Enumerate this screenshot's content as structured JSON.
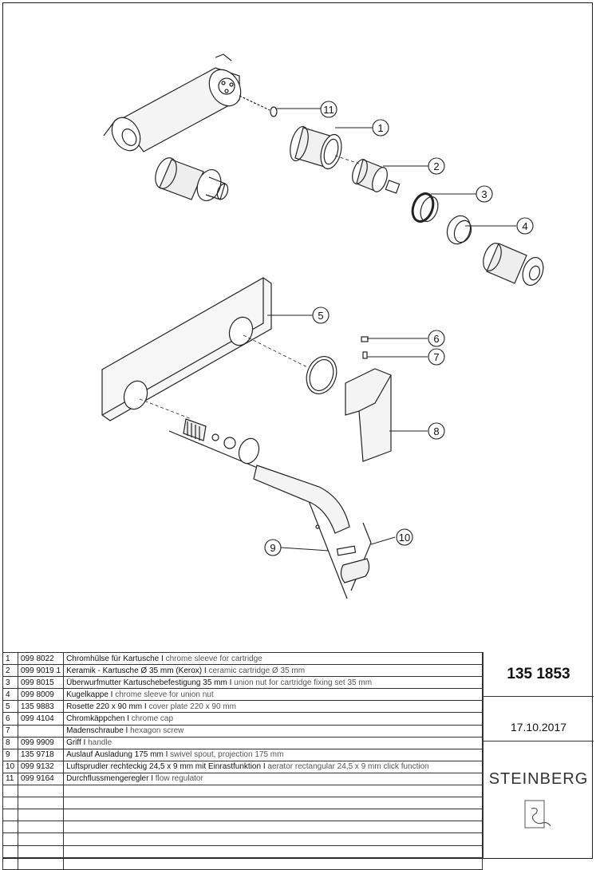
{
  "callouts": [
    "1",
    "2",
    "3",
    "4",
    "5",
    "6",
    "7",
    "8",
    "9",
    "10",
    "11"
  ],
  "parts": [
    {
      "pos": "1",
      "code": "099 8022",
      "de": "Chromhülse für Kartusche I",
      "en": "chrome sleeve for cartridge"
    },
    {
      "pos": "2",
      "code": "099 9019 1",
      "de": "Keramik - Kartusche Ø 35 mm (Kerox) I",
      "en": "ceramic cartridge Ø 35 mm"
    },
    {
      "pos": "3",
      "code": "099 8015",
      "de": "Überwurfmutter Kartuschebefestigung 35 mm I",
      "en": "union nut for cartridge fixing set 35 mm"
    },
    {
      "pos": "4",
      "code": "099 8009",
      "de": "Kugelkappe I",
      "en": "chrome sleeve for union nut"
    },
    {
      "pos": "5",
      "code": "135 9883",
      "de": "Rosette 220 x 90 mm I",
      "en": "cover plate 220 x 90 mm"
    },
    {
      "pos": "6",
      "code": "099 4104",
      "de": "Chromkäppchen I",
      "en": "chrome cap"
    },
    {
      "pos": "7",
      "code": "",
      "de": "Madenschraube I",
      "en": "hexagon screw"
    },
    {
      "pos": "8",
      "code": "099 9909",
      "de": "Griff I",
      "en": "handle"
    },
    {
      "pos": "9",
      "code": "135 9718",
      "de": "Auslauf Ausladung 175 mm I",
      "en": "swivel spout, projection 175 mm"
    },
    {
      "pos": "10",
      "code": "099 9132",
      "de": "Luftsprudler rechteckig 24,5 x 9 mm mit Einrastfunktion I",
      "en": "aerator rectangular 24,5 x 9 mm click function"
    },
    {
      "pos": "11",
      "code": "099 9164",
      "de": "Durchflussmengeregler I",
      "en": "flow regulator"
    }
  ],
  "title_block": {
    "document_number": "135 1853",
    "date": "17.10.2017",
    "brand": "STEINBERG"
  }
}
